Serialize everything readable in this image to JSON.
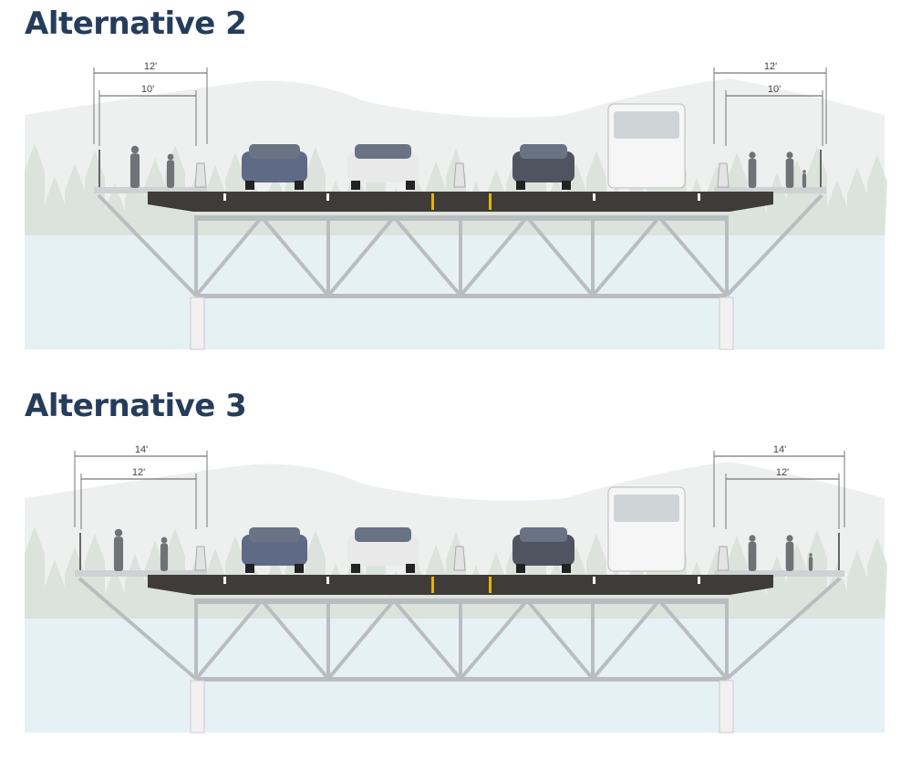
{
  "alternatives": [
    {
      "title": "Alternative 2",
      "left_outer": "12'",
      "left_inner": "10'",
      "right_outer": "12'",
      "right_inner": "10'",
      "sidewalk_ft": 12
    },
    {
      "title": "Alternative 3",
      "left_outer": "14'",
      "left_inner": "12'",
      "right_outer": "14'",
      "right_inner": "12'",
      "sidewalk_ft": 14
    }
  ],
  "colors": {
    "title": "#253d5b",
    "deck": "#3e3b38",
    "steel": "#b9bdc0",
    "water": "#e6f1f5",
    "trees": "#d7e0d8",
    "lane_yellow": "#e5b400"
  }
}
